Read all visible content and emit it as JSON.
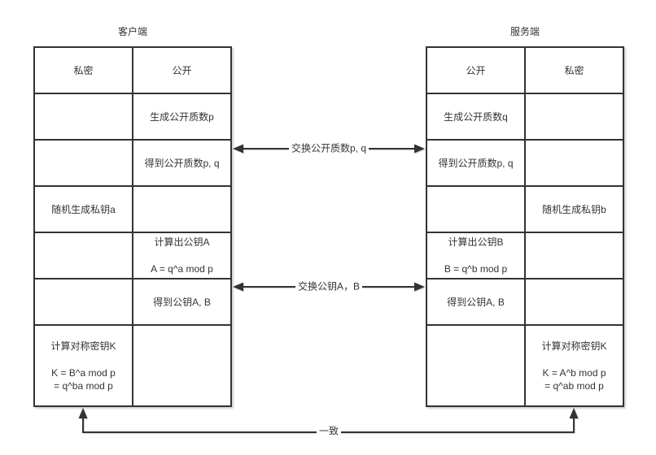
{
  "diagram": {
    "background": "#ffffff",
    "line_color": "#333333",
    "text_color": "#333333"
  },
  "client": {
    "title": "客户端",
    "header": [
      "私密",
      "公开"
    ],
    "rows": [
      {
        "cells": [
          [],
          [
            "生成公开质数p"
          ]
        ]
      },
      {
        "cells": [
          [],
          [
            "得到公开质数p, q"
          ]
        ]
      },
      {
        "cells": [
          [
            "随机生成私钥a"
          ],
          []
        ]
      },
      {
        "cells": [
          [],
          [
            "计算出公钥A",
            "A = q^a mod p"
          ]
        ]
      },
      {
        "cells": [
          [],
          [
            "得到公钥A, B"
          ]
        ]
      },
      {
        "cells": [
          [
            "计算对称密钥K",
            "K = B^a mod p",
            "= q^ba mod p"
          ],
          []
        ]
      }
    ]
  },
  "server": {
    "title": "服务端",
    "header": [
      "公开",
      "私密"
    ],
    "rows": [
      {
        "cells": [
          [
            "生成公开质数q"
          ],
          []
        ]
      },
      {
        "cells": [
          [
            "得到公开质数p, q"
          ],
          []
        ]
      },
      {
        "cells": [
          [],
          [
            "随机生成私钥b"
          ]
        ]
      },
      {
        "cells": [
          [
            "计算出公钥B",
            "B = q^b mod p"
          ],
          []
        ]
      },
      {
        "cells": [
          [
            "得到公钥A, B"
          ],
          []
        ]
      },
      {
        "cells": [
          [],
          [
            "计算对称密钥K",
            "K = A^b mod p",
            "= q^ab mod p"
          ]
        ]
      }
    ]
  },
  "connectors": {
    "exchange_primes": {
      "label": "交换公开质数p, q"
    },
    "exchange_keys": {
      "label": "交换公钥A，B"
    },
    "match": {
      "label": "一致"
    }
  }
}
